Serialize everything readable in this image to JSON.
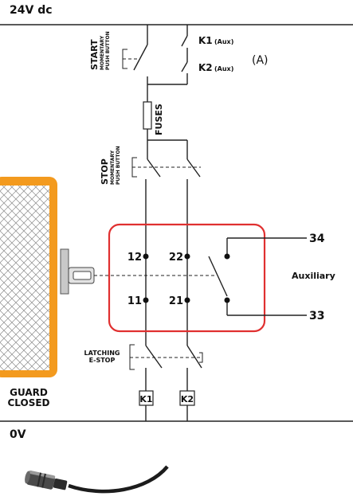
{
  "rails": {
    "top_label": "24V dc",
    "bottom_label": "0V"
  },
  "start": {
    "title": "START",
    "subtitle_1": "MOMENTARY",
    "subtitle_2": "PUSH BUTTON"
  },
  "aux_contacts": {
    "k1_label": "K1",
    "k1_note": "(Aux)",
    "k2_label": "K2",
    "k2_note": "(Aux)",
    "annotation": "(A)"
  },
  "fuses": {
    "label": "FUSES"
  },
  "stop": {
    "title": "STOP",
    "subtitle_1": "MOMENTARY",
    "subtitle_2": "PUSH BUTTON"
  },
  "safety_switch": {
    "frame_color": "#e03030",
    "terminals": {
      "t12": "12",
      "t22": "22",
      "t11": "11",
      "t21": "21"
    },
    "auxiliary": {
      "t34": "34",
      "t33": "33",
      "label": "Auxiliary"
    }
  },
  "guard": {
    "label_1": "GUARD",
    "label_2": "CLOSED",
    "frame_color": "#f39a1e"
  },
  "latching": {
    "label_1": "LATCHING",
    "label_2": "E-STOP"
  },
  "coils": {
    "k1": "K1",
    "k2": "K2"
  }
}
